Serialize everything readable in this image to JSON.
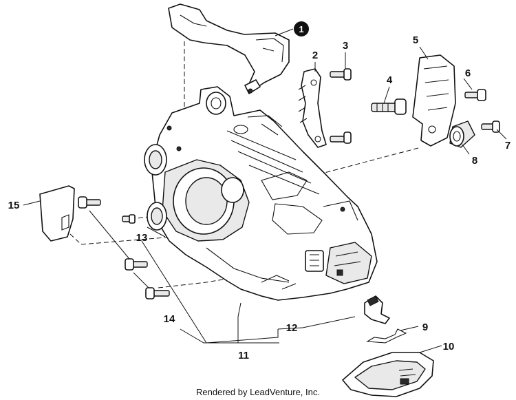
{
  "callouts": [
    "1",
    "2",
    "3",
    "4",
    "5",
    "6",
    "7",
    "8",
    "9",
    "10",
    "11",
    "12",
    "13",
    "14",
    "15"
  ],
  "footer": "Rendered by LeadVenture, Inc."
}
